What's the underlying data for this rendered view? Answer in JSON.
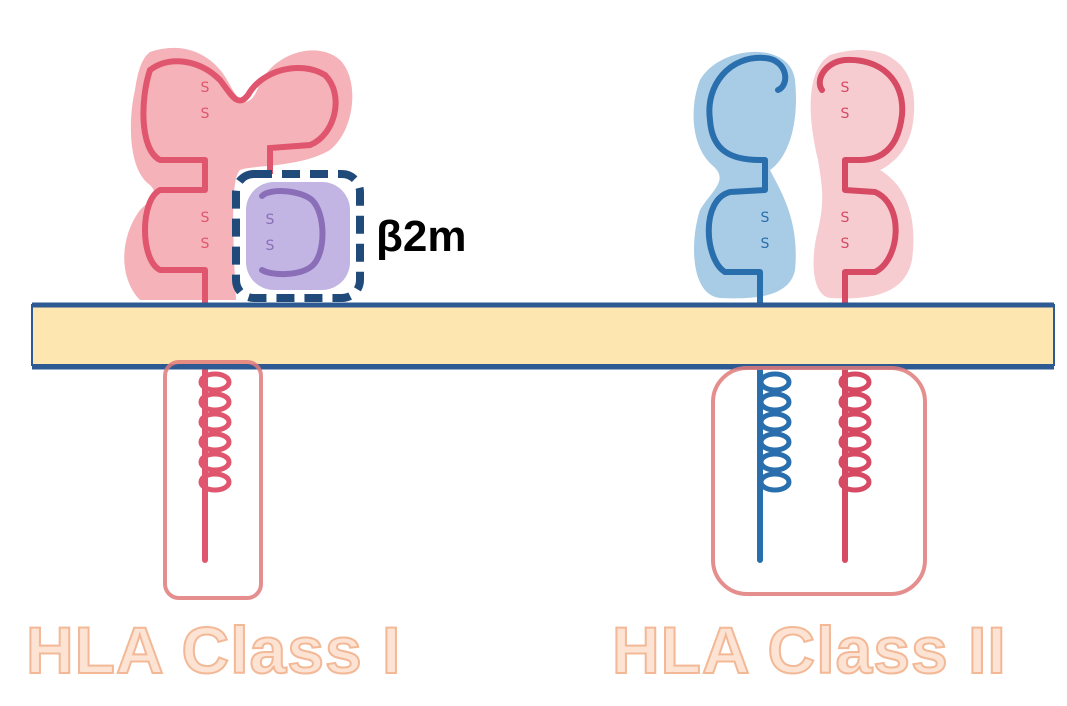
{
  "labels": {
    "b2m": "β2m",
    "class1": "HLA Class I",
    "class2": "HLA Class II",
    "disulfide": "S"
  },
  "colors": {
    "membrane_fill": "#fde6b0",
    "membrane_border": "#2e5a93",
    "class1_chain": "#e0566e",
    "class1_domain_fill": "#f3a4ab",
    "b2m_chain": "#8a6fb8",
    "b2m_fill": "#b8a8de",
    "b2m_box": "#1f4a7a",
    "class2_alpha_chain": "#2a6fad",
    "class2_alpha_fill": "#9fc5e3",
    "class2_beta_chain": "#d64a64",
    "class2_beta_fill": "#f6c6cc",
    "tail_box": "#e07a7a",
    "label_fill": "#fde3d3",
    "label_stroke": "#f3b896"
  }
}
